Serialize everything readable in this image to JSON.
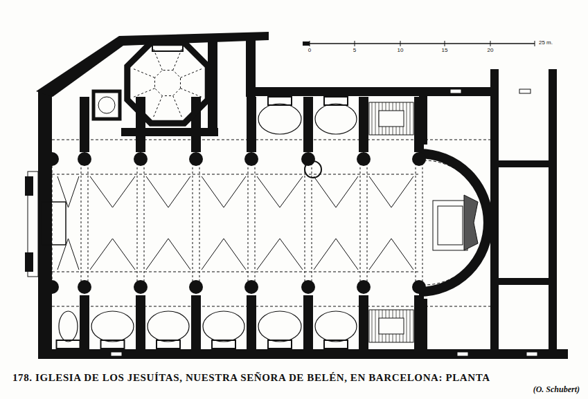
{
  "diagram": {
    "caption": "178. IGLESIA DE LOS JESUÍTAS, NUESTRA SEÑORA DE BELÉN, EN BARCELONA: PLANTA",
    "labels": [
      "(O. Schubert)",
      "0",
      "5",
      "10",
      "15",
      "20",
      "25 m."
    ]
  }
}
